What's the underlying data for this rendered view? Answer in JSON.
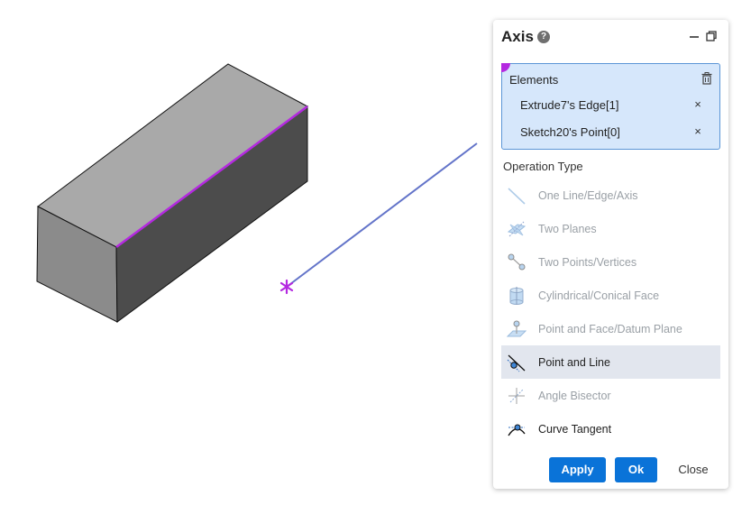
{
  "panel": {
    "title": "Axis",
    "help": "?",
    "elements": {
      "label": "Elements",
      "items": [
        {
          "label": "Extrude7's Edge[1]",
          "remove": "×"
        },
        {
          "label": "Sketch20's Point[0]",
          "remove": "×"
        }
      ]
    },
    "operation_type": {
      "label": "Operation Type",
      "selected": "Point and Line",
      "options": [
        {
          "label": "One Line/Edge/Axis",
          "icon": "line-icon",
          "state": "disabled"
        },
        {
          "label": "Two Planes",
          "icon": "two-planes-icon",
          "state": "disabled"
        },
        {
          "label": "Two Points/Vertices",
          "icon": "two-points-icon",
          "state": "disabled"
        },
        {
          "label": "Cylindrical/Conical Face",
          "icon": "cylinder-icon",
          "state": "disabled"
        },
        {
          "label": "Point and Face/Datum Plane",
          "icon": "point-plane-icon",
          "state": "disabled"
        },
        {
          "label": "Point and Line",
          "icon": "point-line-icon",
          "state": "selected"
        },
        {
          "label": "Angle Bisector",
          "icon": "angle-bisector-icon",
          "state": "disabled"
        },
        {
          "label": "Curve Tangent",
          "icon": "curve-tangent-icon",
          "state": "enabled"
        }
      ]
    },
    "buttons": {
      "apply": "Apply",
      "ok": "Ok",
      "close": "Close"
    }
  },
  "colors": {
    "accent": "#0a73d8",
    "selection_highlight": "#b429e0",
    "axis_preview": "#6374c9",
    "elements_bg": "#d6e7fb"
  }
}
